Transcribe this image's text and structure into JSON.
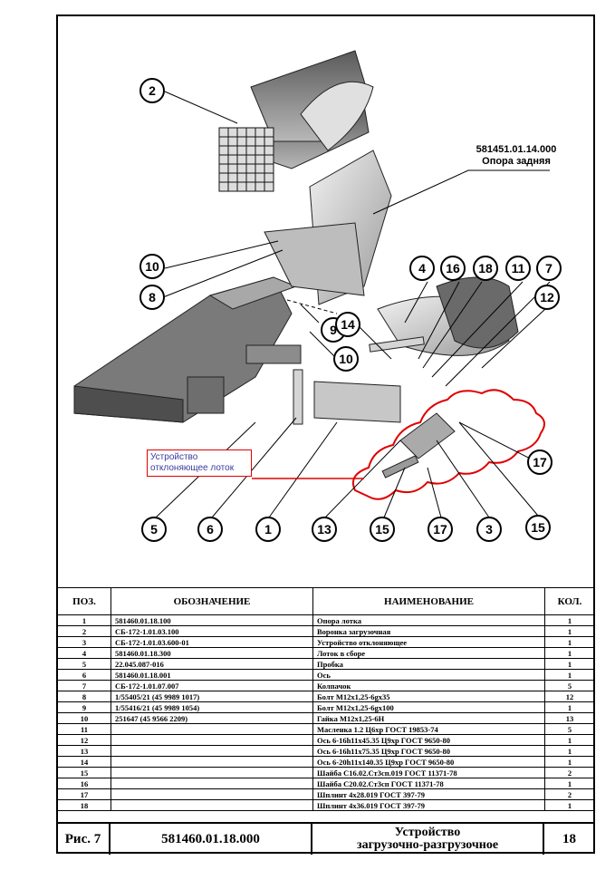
{
  "drawing": {
    "callouts": [
      "2",
      "10",
      "8",
      "9",
      "10",
      "14",
      "4",
      "16",
      "18",
      "11",
      "7",
      "12",
      "5",
      "6",
      "1",
      "13",
      "15",
      "17",
      "3",
      "15",
      "17"
    ],
    "assembly_code": "581451.01.14.000",
    "assembly_name": "Опора задняя",
    "red_label": "Устройство отклоняющее лоток"
  },
  "table": {
    "headers": [
      "ПОЗ.",
      "ОБОЗНАЧЕНИЕ",
      "НАИМЕНОВАНИЕ",
      "КОЛ."
    ],
    "rows": [
      {
        "pos": "1",
        "code": "581460.01.18.100",
        "name": "Опора лотка",
        "qty": "1"
      },
      {
        "pos": "2",
        "code": "СБ-172-1.01.03.100",
        "name": "Воронка загрузочная",
        "qty": "1"
      },
      {
        "pos": "3",
        "code": "СБ-172-1.01.03.600-01",
        "name": "Устройство отклоняющее",
        "qty": "1"
      },
      {
        "pos": "4",
        "code": "581460.01.18.300",
        "name": "Лоток в сборе",
        "qty": "1"
      },
      {
        "pos": "5",
        "code": "22.045.087-016",
        "name": "Пробка",
        "qty": "1"
      },
      {
        "pos": "6",
        "code": "581460.01.18.001",
        "name": "Ось",
        "qty": "1"
      },
      {
        "pos": "7",
        "code": "СБ-172-1.01.07.007",
        "name": "Колпачок",
        "qty": "5"
      },
      {
        "pos": "8",
        "code": "1/55405/21 (45 9989 1017)",
        "name": "Болт М12х1,25-6gх35",
        "qty": "12"
      },
      {
        "pos": "9",
        "code": "1/55416/21 (45 9989 1054)",
        "name": "Болт М12х1,25-6gх100",
        "qty": "1"
      },
      {
        "pos": "10",
        "code": "251647 (45 9566 2209)",
        "name": "Гайка М12х1,25-6Н",
        "qty": "13"
      },
      {
        "pos": "11",
        "code": "",
        "name": "Масленка 1.2 Ц6хр ГОСТ 19853-74",
        "qty": "5"
      },
      {
        "pos": "12",
        "code": "",
        "name": "Ось 6-16h11х45.35 Ц9хр ГОСТ 9650-80",
        "qty": "1"
      },
      {
        "pos": "13",
        "code": "",
        "name": "Ось 6-16h11х75.35 Ц9хр ГОСТ 9650-80",
        "qty": "1"
      },
      {
        "pos": "14",
        "code": "",
        "name": "Ось 6-20h11х140.35 Ц9хр ГОСТ 9650-80",
        "qty": "1"
      },
      {
        "pos": "15",
        "code": "",
        "name": "Шайба С16.02.Ст3сп.019 ГОСТ 11371-78",
        "qty": "2"
      },
      {
        "pos": "16",
        "code": "",
        "name": "Шайба С20.02.Ст3сп ГОСТ 11371-78",
        "qty": "1"
      },
      {
        "pos": "17",
        "code": "",
        "name": "Шплинт 4х28.019 ГОСТ 397-79",
        "qty": "2"
      },
      {
        "pos": "18",
        "code": "",
        "name": "Шплинт 4х36.019 ГОСТ 397-79",
        "qty": "1"
      }
    ]
  },
  "titleblock": {
    "figure": "Рис. 7",
    "code": "581460.01.18.000",
    "title_line1": "Устройство",
    "title_line2": "загрузочно-разгрузочное",
    "page": "18"
  },
  "colors": {
    "highlight": "#e00000",
    "label_text": "#3a3aa0"
  }
}
